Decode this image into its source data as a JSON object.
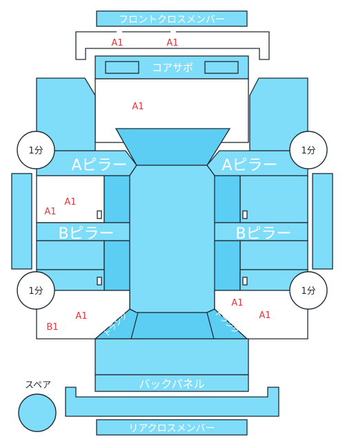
{
  "parts": {
    "front_cross_member": "フロントクロスメンバー",
    "core_support": "コアサポ",
    "a_pillar_left": "Aピラー",
    "a_pillar_right": "Aピラー",
    "b_pillar_left": "Bピラー",
    "b_pillar_right": "Bピラー",
    "back_panel": "バックパネル",
    "rear_cross_member": "リアクロスメンバー",
    "trunk_left": "トランク",
    "trunk_right": "トランク"
  },
  "circles": {
    "front_left": "1分",
    "front_right": "1分",
    "rear_left": "1分",
    "rear_right": "1分"
  },
  "spare": {
    "label": "スペア"
  },
  "codes": {
    "front_member_left": "A1",
    "front_member_right": "A1",
    "hood": "A1",
    "left_front_door_upper": "A1",
    "left_front_door_lower": "A1",
    "left_rear_a": "A1",
    "left_rear_b": "B1",
    "right_rear_a1": "A1",
    "right_rear_a2": "A1"
  },
  "colors": {
    "panel": "#7fddfa",
    "panel_dark": "#5dcef3",
    "outline": "#1e2a33",
    "damage_code": "#e8343c"
  }
}
